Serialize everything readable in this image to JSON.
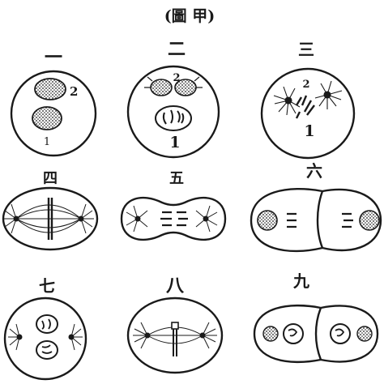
{
  "figure": {
    "title": "(圖 甲)",
    "stages": [
      {
        "label": "一",
        "marks": [
          "2",
          "1"
        ]
      },
      {
        "label": "二",
        "marks": [
          "2",
          "1"
        ]
      },
      {
        "label": "三",
        "marks": [
          "2",
          "1"
        ]
      },
      {
        "label": "四",
        "marks": []
      },
      {
        "label": "五",
        "marks": []
      },
      {
        "label": "六",
        "marks": []
      },
      {
        "label": "七",
        "marks": []
      },
      {
        "label": "八",
        "marks": []
      },
      {
        "label": "九",
        "marks": []
      }
    ]
  },
  "colors": {
    "ink": "#1a1a1a",
    "paper": "#ffffff"
  }
}
